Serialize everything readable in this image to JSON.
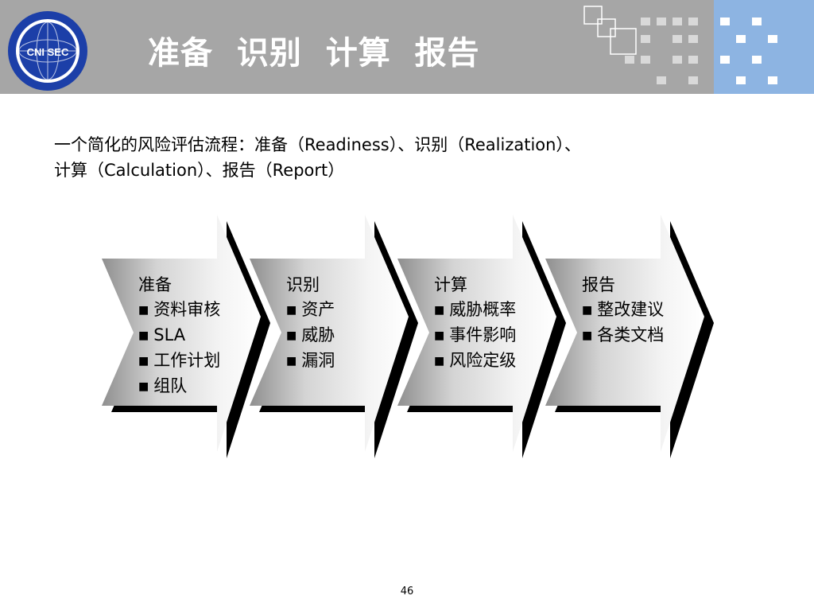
{
  "header": {
    "title": "准备  识别  计算  报告",
    "logo_text": "CNI SEC",
    "colors": {
      "bar": "#a6a6a6",
      "accent_block": "#8db4e2",
      "logo_blue": "#1c3fa8"
    }
  },
  "intro": {
    "line1": "一个简化的风险评估流程：准备（Readiness）、识别（Realization）、",
    "line2": "计算（Calculation）、报告（Report）"
  },
  "stages": [
    {
      "title": "准备",
      "items": [
        "资料审核",
        "SLA",
        "工作计划",
        "组队"
      ]
    },
    {
      "title": "识别",
      "items": [
        "资产",
        "威胁",
        "漏洞"
      ]
    },
    {
      "title": "计算",
      "items": [
        "威胁概率",
        "事件影响",
        "风险定级"
      ]
    },
    {
      "title": "报告",
      "items": [
        "整改建议",
        "各类文档"
      ]
    }
  ],
  "bullet_icon": "square-bullet",
  "page_number": "46"
}
